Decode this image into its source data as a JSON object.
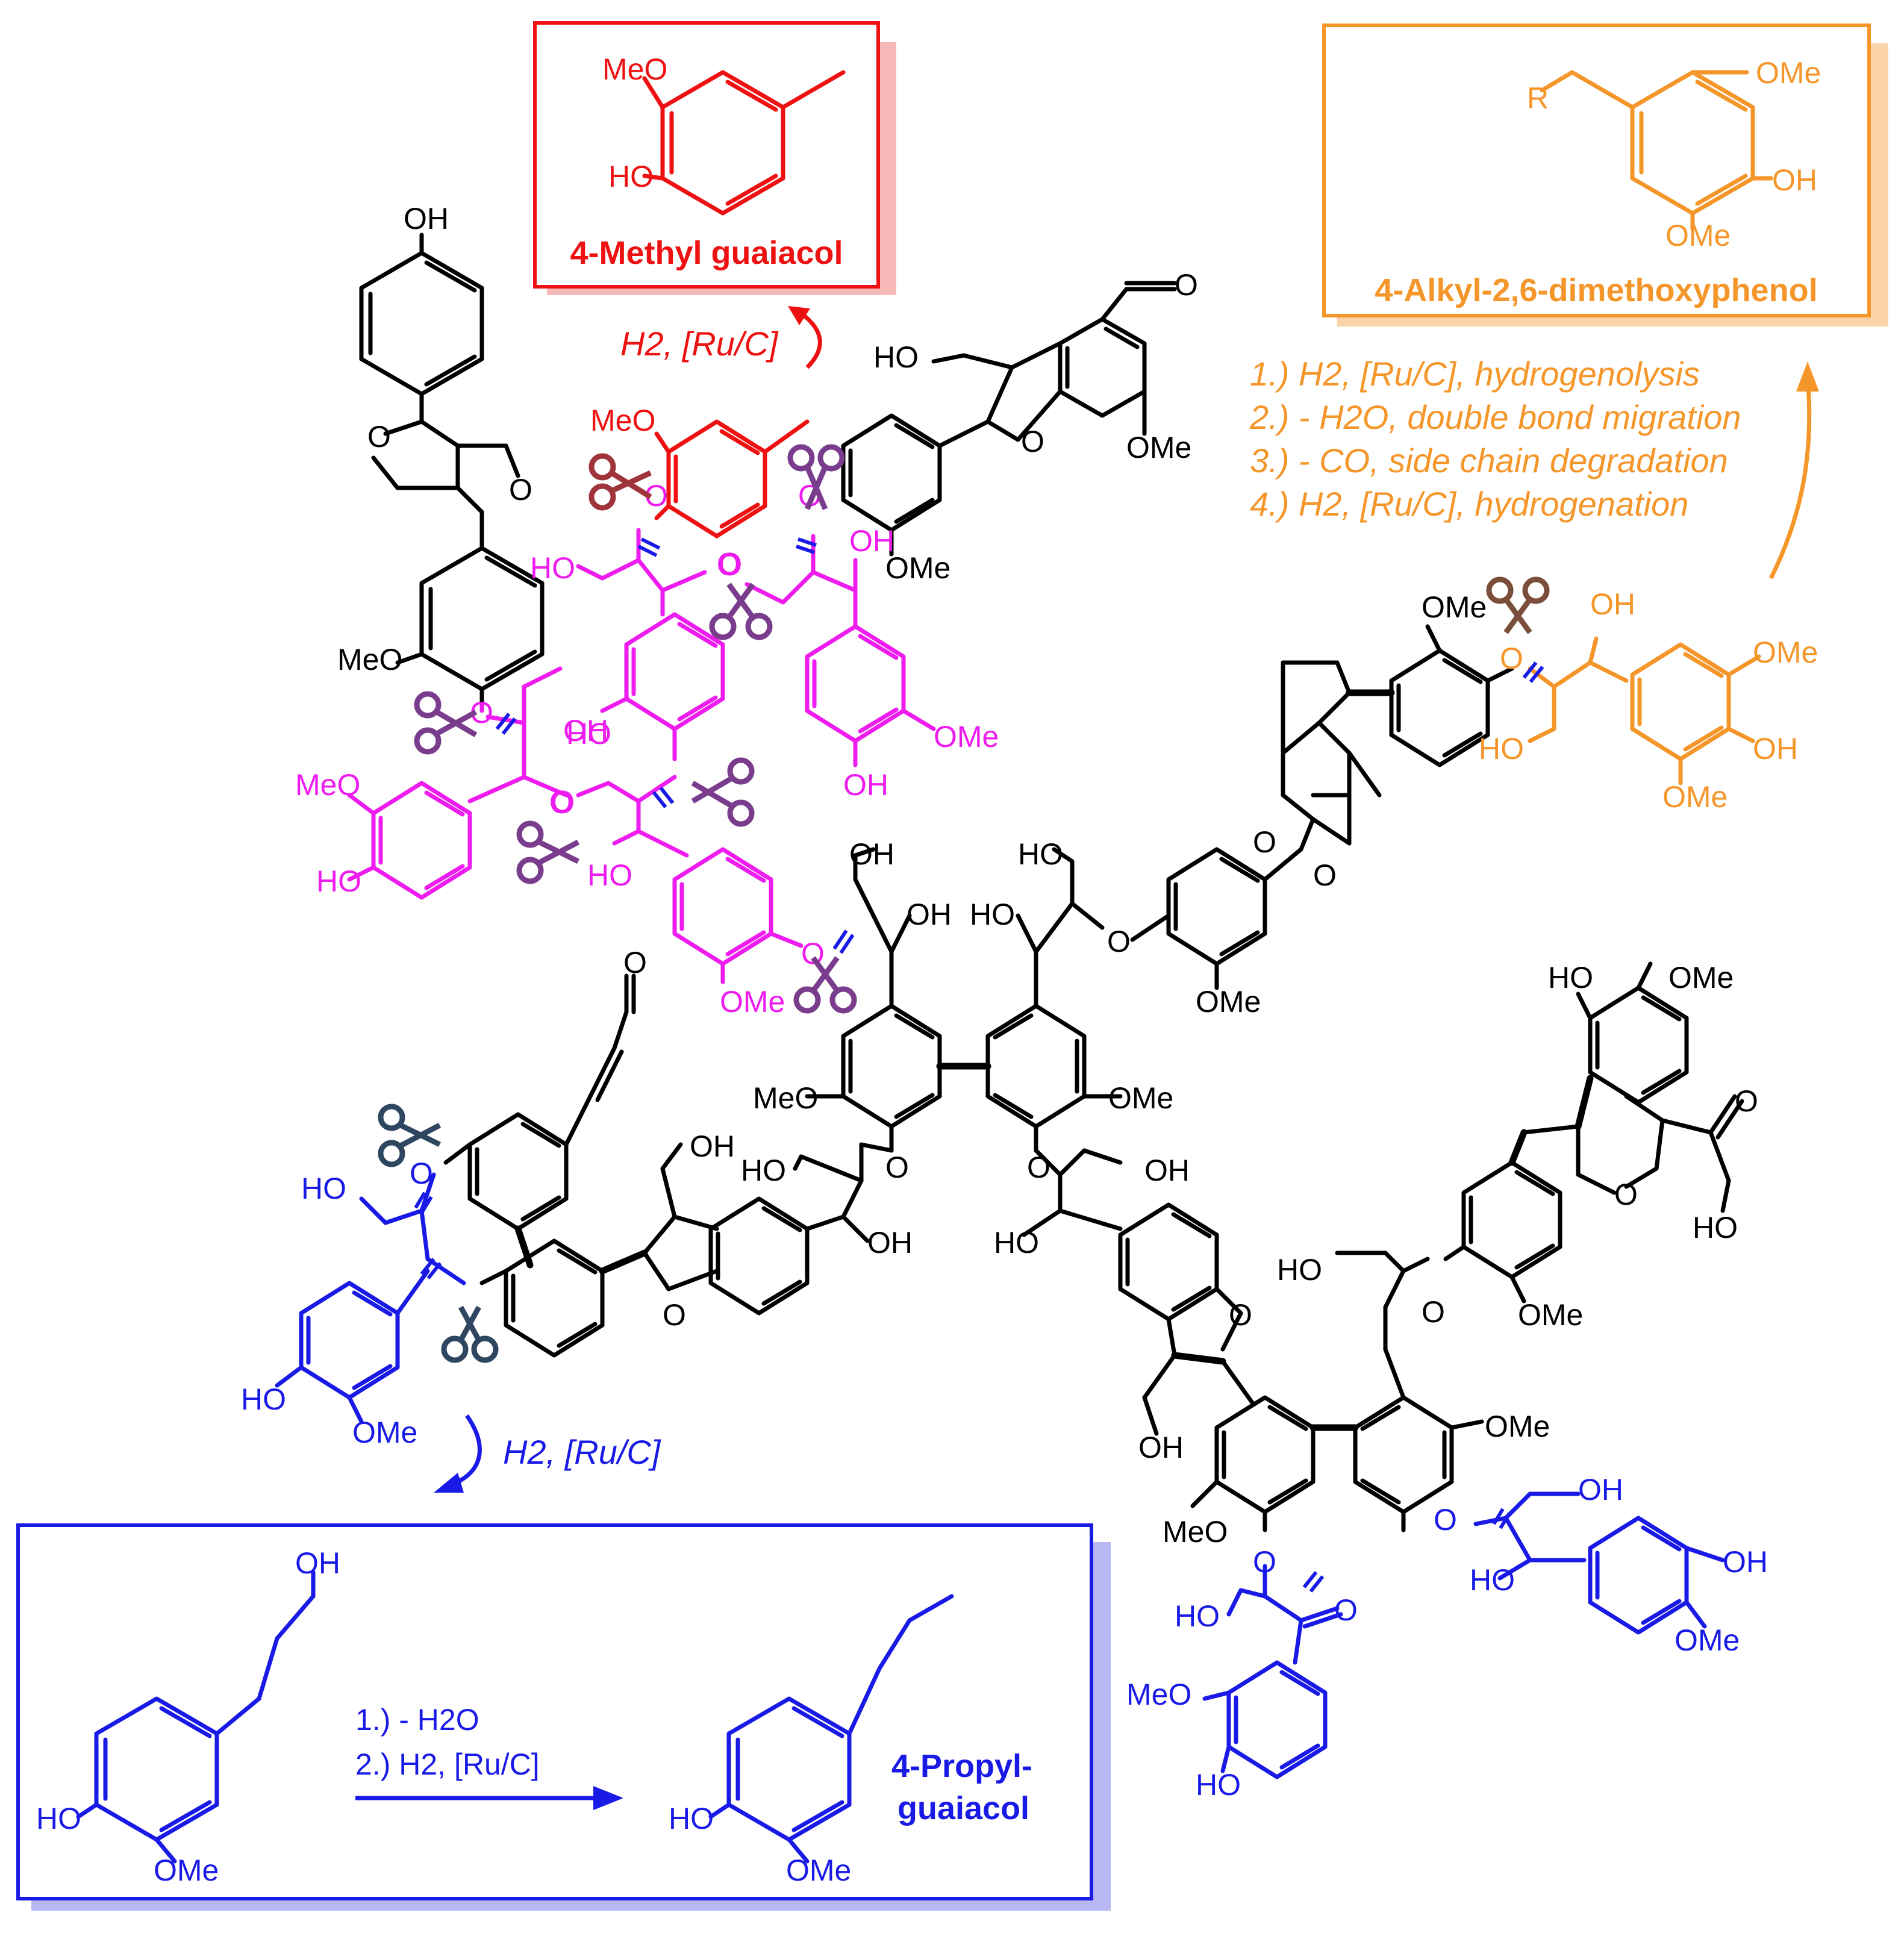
{
  "colors": {
    "red": "#ee1111",
    "orange": "#f5962a",
    "blue": "#1a1ae6",
    "magenta": "#ee1cee",
    "black": "#000000",
    "scissors_purple": "#7a3c8c",
    "scissors_dark": "#2f4660",
    "scissors_maroon": "#a0343c",
    "scissors_brown": "#7a4e3a"
  },
  "products": {
    "methyl_guaiacol": {
      "title": "4-Methyl guaiacol",
      "lbl_meo": "MeO",
      "lbl_ho": "HO",
      "arrow_cond": "H2, [Ru/C]"
    },
    "alkyl_dimethoxyphenol": {
      "title": "4-Alkyl-2,6-dimethoxyphenol",
      "lbl_r": "R",
      "lbl_ome1": "OMe",
      "lbl_oh": "OH",
      "lbl_ome2": "OMe",
      "steps": [
        "1.) H2, [Ru/C], hydrogenolysis",
        "2.) - H2O, double bond migration",
        "3.) - CO, side chain degradation",
        "4.) H2, [Ru/C], hydrogenation"
      ]
    },
    "propyl_guaiacol": {
      "title_line1": "4-Propyl-",
      "title_line2": "guaiacol",
      "step1": "1.) - H2O",
      "step2": "2.) H2, [Ru/C]",
      "lbl_oh": "OH",
      "lbl_ho1": "HO",
      "lbl_ome1": "OMe",
      "lbl_ho2": "HO",
      "lbl_ome2": "OMe",
      "arrow_cond": "H2, [Ru/C]"
    }
  },
  "labels": {
    "oh_top": "OH",
    "o_a": "O",
    "o_b": "O",
    "meo_a": "MeO",
    "o_ald": "O",
    "ho_ald": "HO",
    "o_ald2": "O",
    "ome_ald": "OMe",
    "ome_ald2": "OMe",
    "meo_m1": "MeO",
    "ho_m1": "HO",
    "o_m1": "O",
    "o_m2": "O",
    "oh_m": "OH",
    "ho_m2": "HO",
    "oh_m3": "OH",
    "ho_m3": "HO",
    "ome_m3": "OMe",
    "oh_m4": "OH",
    "meo_m5": "MeO",
    "ho_m5": "HO",
    "o_m5": "O",
    "o_m6": "O",
    "ho_m6": "HO",
    "ome_m6": "OMe",
    "o_m7": "O",
    "ome_o1": "OMe",
    "o_o1": "O",
    "oh_o1": "OH",
    "ome_o2": "OMe",
    "ho_o1": "HO",
    "oh_o2": "OH",
    "ome_o3": "OMe",
    "o_thf1": "O",
    "o_thf2": "O",
    "oh_c1": "OH",
    "oh_c2": "OH",
    "ho_c1": "HO",
    "ho_c2": "HO",
    "o_c1": "O",
    "ome_c1": "OMe",
    "meo_c2": "MeO",
    "ome_c3": "OMe",
    "o_c2": "O",
    "o_c3": "O",
    "oh_c3": "OH",
    "ho_c3": "HO",
    "oh_c4": "OH",
    "ho_c4": "HO",
    "oh_c5": "OH",
    "ho_c5": "HO",
    "o_cinn": "O",
    "ho_b1": "HO",
    "o_b1": "O",
    "o_b2": "O",
    "ho_b2": "HO",
    "ome_b2": "OMe",
    "oh_df": "OH",
    "o_df": "O",
    "o_df2": "O",
    "oh_df2": "OH",
    "ho_r1": "HO",
    "ome_r1": "OMe",
    "o_r1": "O",
    "ho_r2": "HO",
    "o_r2": "O",
    "ho_r3": "HO",
    "o_r3": "O",
    "ome_r3": "OMe",
    "ome_r4": "OMe",
    "meo_r4": "MeO",
    "o_r5": "O",
    "o_r6": "O",
    "oh_r6": "OH",
    "ho_r7": "HO",
    "o_r7": "O",
    "ho_r8": "HO",
    "oh_r8": "OH",
    "ome_r8": "OMe",
    "meo_r9": "MeO",
    "ho_r9": "HO"
  }
}
